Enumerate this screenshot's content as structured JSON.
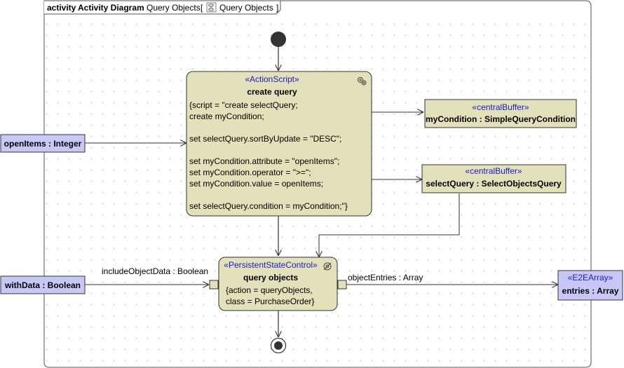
{
  "frame": {
    "kind": "activity",
    "diagram_type": "Activity Diagram",
    "name": "Query Objects",
    "owner": "Query Objects"
  },
  "colors": {
    "action_fill": "#e3e1b9",
    "node_fill": "#e3e1b9",
    "param_fill": "#c8c8f8",
    "stroke": "#333333",
    "stereotype": "#1a1acc"
  },
  "create_query": {
    "stereotype": "«ActionScript»",
    "name": "create query",
    "icon": "gears-icon",
    "body": [
      "{script = \"create selectQuery;",
      "create myCondition;",
      "",
      "set selectQuery.sortByUpdate = \"DESC\";",
      "",
      "set myCondition.attribute = \"openItems\";",
      "set myCondition.operator = \">=\";",
      "set myCondition.value = openItems;",
      "",
      "set selectQuery.condition = myCondition;\"}"
    ]
  },
  "my_condition": {
    "stereotype": "«centralBuffer»",
    "name": "myCondition : SimpleQueryCondition"
  },
  "select_query": {
    "stereotype": "«centralBuffer»",
    "name": "selectQuery : SelectObjectsQuery"
  },
  "query_objects": {
    "stereotype": "«PersistentStateControl»",
    "name": "query objects",
    "icon": "behavior-icon",
    "body": [
      "{action = queryObjects,",
      "class = PurchaseOrder}"
    ]
  },
  "params": {
    "open_items": "openItems : Integer",
    "with_data": "withData : Boolean",
    "entries_stereotype": "«E2EArray»",
    "entries": "entries : Array"
  },
  "pins": {
    "include_object_data": "includeObjectData : Boolean",
    "object_entries": "objectEntries : Array"
  }
}
